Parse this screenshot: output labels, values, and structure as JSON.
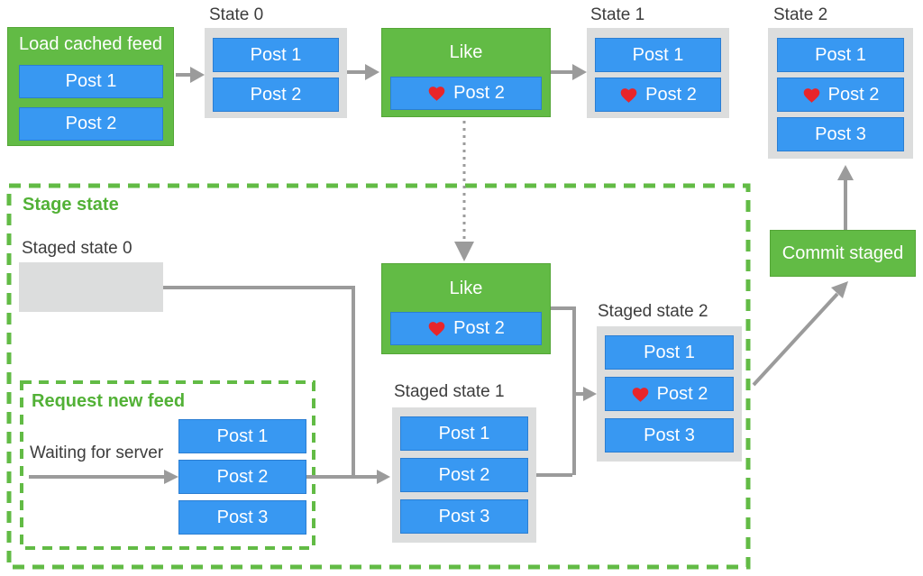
{
  "colors": {
    "green": "#62bb45",
    "green_border": "#54a637",
    "green_text": "#52b136",
    "blue": "#3898f2",
    "blue_border": "#2b7ed2",
    "gray_box": "#dcdddd",
    "arrow_gray": "#9b9b9b",
    "label_text": "#3d3d3d",
    "heart_red": "#e8252a",
    "white": "#ffffff"
  },
  "main_flow": {
    "load_cached_feed": {
      "title": "Load cached feed",
      "posts": [
        {
          "label": "Post 1",
          "liked": false
        },
        {
          "label": "Post 2",
          "liked": false
        }
      ]
    },
    "state_0": {
      "label": "State 0",
      "posts": [
        {
          "label": "Post 1",
          "liked": false
        },
        {
          "label": "Post 2",
          "liked": false
        }
      ]
    },
    "like_action": {
      "title": "Like",
      "post": {
        "label": "Post 2",
        "liked": true
      }
    },
    "state_1": {
      "label": "State 1",
      "posts": [
        {
          "label": "Post 1",
          "liked": false
        },
        {
          "label": "Post 2",
          "liked": true
        }
      ]
    },
    "state_2": {
      "label": "State 2",
      "posts": [
        {
          "label": "Post 1",
          "liked": false
        },
        {
          "label": "Post 2",
          "liked": true
        },
        {
          "label": "Post 3",
          "liked": false
        }
      ]
    },
    "commit_staged": {
      "label": "Commit staged"
    }
  },
  "stage_area": {
    "title": "Stage state",
    "staged_state_0": {
      "label": "Staged state 0"
    },
    "request_new_feed": {
      "title": "Request new feed",
      "status_text": "Waiting for server",
      "posts": [
        {
          "label": "Post 1",
          "liked": false
        },
        {
          "label": "Post 2",
          "liked": false
        },
        {
          "label": "Post 3",
          "liked": false
        }
      ]
    },
    "like_action": {
      "title": "Like",
      "post": {
        "label": "Post 2",
        "liked": true
      }
    },
    "staged_state_1": {
      "label": "Staged state 1",
      "posts": [
        {
          "label": "Post 1",
          "liked": false
        },
        {
          "label": "Post 2",
          "liked": false
        },
        {
          "label": "Post 3",
          "liked": false
        }
      ]
    },
    "staged_state_2": {
      "label": "Staged state 2",
      "posts": [
        {
          "label": "Post 1",
          "liked": false
        },
        {
          "label": "Post 2",
          "liked": true
        },
        {
          "label": "Post 3",
          "liked": false
        }
      ]
    }
  }
}
